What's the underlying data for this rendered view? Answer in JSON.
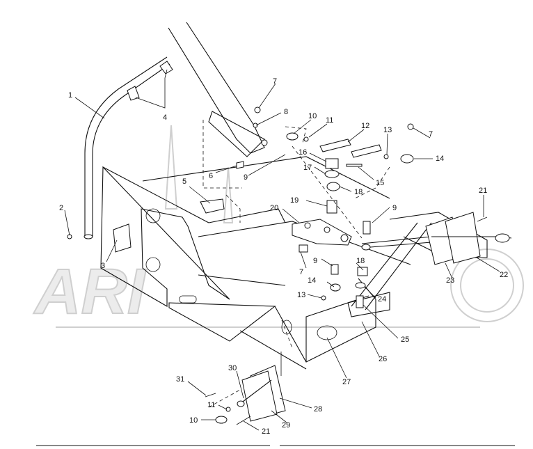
{
  "diagram": {
    "watermark_text": "ARI",
    "callouts": [
      {
        "id": "c1",
        "text": "1"
      },
      {
        "id": "c2",
        "text": "2"
      },
      {
        "id": "c3",
        "text": "3"
      },
      {
        "id": "c4",
        "text": "4"
      },
      {
        "id": "c5",
        "text": "5"
      },
      {
        "id": "c6",
        "text": "6"
      },
      {
        "id": "c7a",
        "text": "7"
      },
      {
        "id": "c7b",
        "text": "7"
      },
      {
        "id": "c7c",
        "text": "7"
      },
      {
        "id": "c8",
        "text": "8"
      },
      {
        "id": "c9a",
        "text": "9"
      },
      {
        "id": "c9b",
        "text": "9"
      },
      {
        "id": "c9c",
        "text": "9"
      },
      {
        "id": "c10a",
        "text": "10"
      },
      {
        "id": "c10b",
        "text": "10"
      },
      {
        "id": "c11a",
        "text": "11"
      },
      {
        "id": "c11b",
        "text": "11"
      },
      {
        "id": "c12",
        "text": "12"
      },
      {
        "id": "c13a",
        "text": "13"
      },
      {
        "id": "c13b",
        "text": "13"
      },
      {
        "id": "c14a",
        "text": "14"
      },
      {
        "id": "c14b",
        "text": "14"
      },
      {
        "id": "c15",
        "text": "15"
      },
      {
        "id": "c16",
        "text": "16"
      },
      {
        "id": "c17",
        "text": "17"
      },
      {
        "id": "c18a",
        "text": "18"
      },
      {
        "id": "c18b",
        "text": "18"
      },
      {
        "id": "c19",
        "text": "19"
      },
      {
        "id": "c20",
        "text": "20"
      },
      {
        "id": "c21a",
        "text": "21"
      },
      {
        "id": "c21b",
        "text": "21"
      },
      {
        "id": "c22",
        "text": "22"
      },
      {
        "id": "c23",
        "text": "23"
      },
      {
        "id": "c24",
        "text": "24"
      },
      {
        "id": "c25",
        "text": "25"
      },
      {
        "id": "c26",
        "text": "26"
      },
      {
        "id": "c27",
        "text": "27"
      },
      {
        "id": "c28",
        "text": "28"
      },
      {
        "id": "c29",
        "text": "29"
      },
      {
        "id": "c30",
        "text": "30"
      },
      {
        "id": "c31",
        "text": "31"
      }
    ]
  }
}
